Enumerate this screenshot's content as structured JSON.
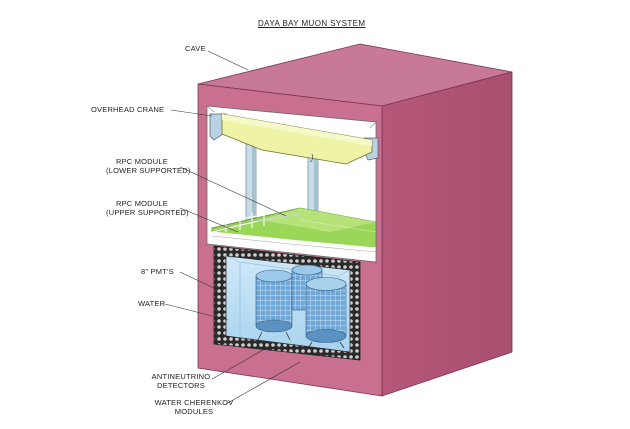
{
  "title": "DAYA BAY MUON SYSTEM",
  "labels": {
    "cave": "CAVE",
    "overhead_crane": "OVERHEAD CRANE",
    "rpc_lower_1": "RPC MODULE",
    "rpc_lower_2": "(LOWER SUPPORTED)",
    "rpc_upper_1": "RPC MODULE",
    "rpc_upper_2": "(UPPER SUPPORTED)",
    "pmts": "8\" PMT'S",
    "water": "WATER",
    "antineutrino_1": "ANTINEUTRINO",
    "antineutrino_2": "DETECTORS",
    "cherenkov_1": "WATER CHERENKOV",
    "cherenkov_2": "MODULES"
  },
  "colors": {
    "cave_front": "#c86f8f",
    "cave_side": "#b65a7c",
    "cave_top": "#c57896",
    "crane": "#e8f0a0",
    "rpc_green": "#8ed44a",
    "water": "#b8dcf2",
    "detector": "#6aa8d8"
  }
}
